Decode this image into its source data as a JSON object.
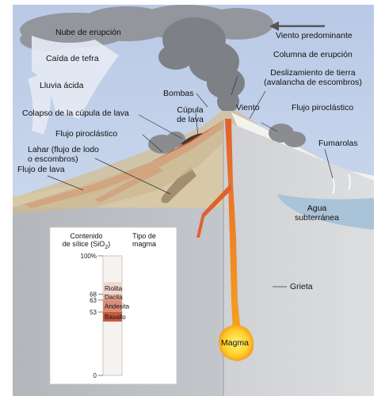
{
  "labels": {
    "eruption_cloud": "Nube de erupción",
    "prevailing_wind": "Viento predominante",
    "tephra_fall": "Caída de tefra",
    "eruption_column": "Columna de erupción",
    "acid_rain": "Lluvia ácida",
    "landslide_line1": "Deslizamiento de tierra",
    "landslide_line2": "(avalancha de escombros)",
    "bombs": "Bombas",
    "lava_dome_line1": "Cúpula",
    "lava_dome_line2": "de lava",
    "wind": "Viento",
    "pyroclastic_flow_right": "Flujo piroclástico",
    "lava_dome_collapse": "Colapso de la cúpula de lava",
    "pyroclastic_flow_left": "Flujo piroclástico",
    "fumaroles": "Fumarolas",
    "lahar_line1": "Lahar (flujo de lodo",
    "lahar_line2": "o escombros)",
    "lava_flow": "Flujo de lava",
    "groundwater_line1": "Agua",
    "groundwater_line2": "subterránea",
    "crack": "Grieta",
    "magma": "Magma"
  },
  "silica_chart": {
    "header_left_line1": "Contenido",
    "header_left_line2": "de sílice (SiO",
    "header_left_sub": "2",
    "header_left_close": ")",
    "header_right_line1": "Tipo de",
    "header_right_line2": "magma",
    "axis_max": 100,
    "axis_min": 0,
    "ticks": [
      {
        "value": 100,
        "label": "100%"
      },
      {
        "value": 68,
        "label": "68"
      },
      {
        "value": 63,
        "label": "63"
      },
      {
        "value": 53,
        "label": "53"
      },
      {
        "value": 0,
        "label": "0"
      }
    ],
    "magma_types": [
      {
        "name": "Riolita",
        "value": 73,
        "color": "#f2d7cf"
      },
      {
        "name": "Dacita",
        "value": 65.5,
        "color": "#e6b4a3"
      },
      {
        "name": "Andesita",
        "value": 58,
        "color": "#d98e78"
      },
      {
        "name": "Basalto",
        "value": 49,
        "color": "#c9593f"
      }
    ]
  }
}
